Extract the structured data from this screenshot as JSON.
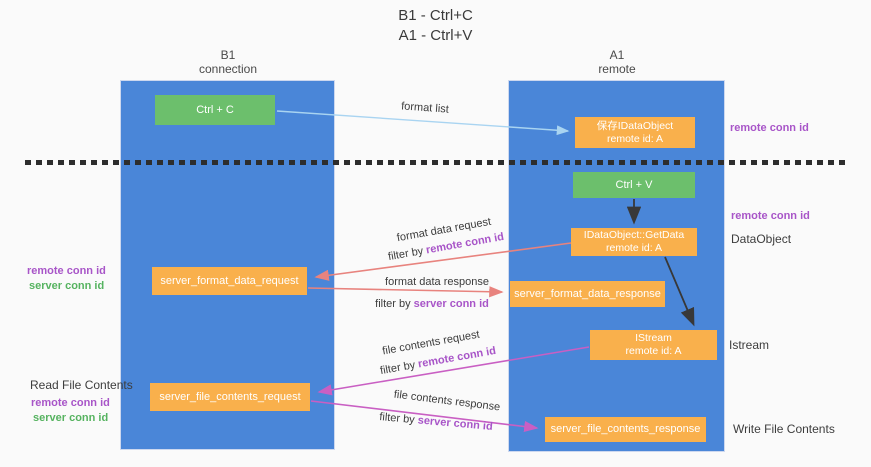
{
  "title": {
    "line1": "B1 - Ctrl+C",
    "line2": "A1 - Ctrl+V"
  },
  "columns": {
    "left": {
      "name": "B1",
      "role": "connection"
    },
    "right": {
      "name": "A1",
      "role": "remote"
    }
  },
  "terms": {
    "remote_conn_id": "remote conn id",
    "server_conn_id": "server conn id",
    "filter_by": "filter by"
  },
  "boxes": {
    "ctrl_c": "Ctrl + C",
    "ctrl_v": "Ctrl + V",
    "save_idataobject": {
      "line1": "保存IDataObject",
      "line2": "remote id: A"
    },
    "getdata": {
      "line1": "IDataObject::GetData",
      "line2": "remote id: A"
    },
    "istream": {
      "line1": "IStream",
      "line2": "remote id: A"
    },
    "format_request": "server_format_data_request",
    "format_response": "server_format_data_response",
    "file_request": "server_file_contents_request",
    "file_response": "server_file_contents_response"
  },
  "arrow_labels": {
    "format_list": "format list",
    "format_data_request": "format data request",
    "format_data_response": "format data response",
    "file_contents_request": "file contents request",
    "file_contents_response": "file contents response"
  },
  "side_labels": {
    "dataobject": "DataObject",
    "istream": "Istream",
    "write_file_contents": "Write File Contents",
    "read_file_contents": "Read File Contents"
  },
  "colors": {
    "column_blue": "#4a86d8",
    "box_green": "#6cbf6c",
    "box_orange": "#f9b04c",
    "arrow_lightblue": "#a9d4f1",
    "arrow_salmon": "#e8837e",
    "arrow_magenta": "#c95fc3",
    "arrow_black": "#383838",
    "text_purple": "#a855c8",
    "text_green": "#56b360"
  }
}
